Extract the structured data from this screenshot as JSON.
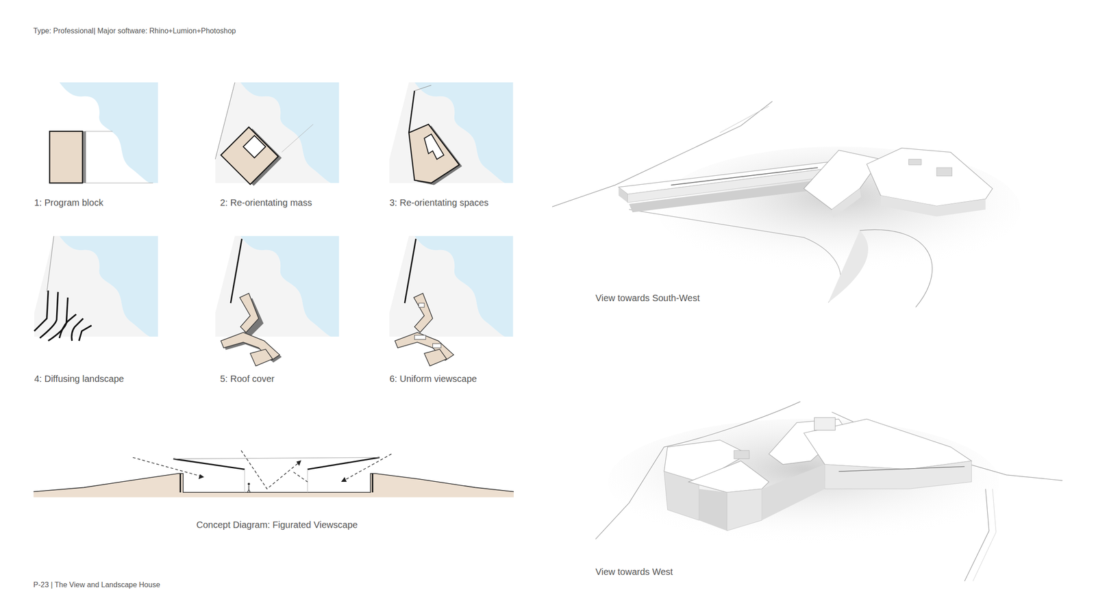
{
  "diagram": {
    "labels": [
      "Type: Professional| Major software: Rhino+Lumion+Photoshop",
      "1: Program block",
      "2: Re-orientating mass",
      "3: Re-orientating spaces",
      "4: Diffusing landscape",
      "5: Roof cover",
      "6: Uniform viewscape",
      "Concept Diagram: Figurated Viewscape",
      "View towards South-West",
      "View towards West",
      "P-23 | The View and Landscape House"
    ]
  }
}
